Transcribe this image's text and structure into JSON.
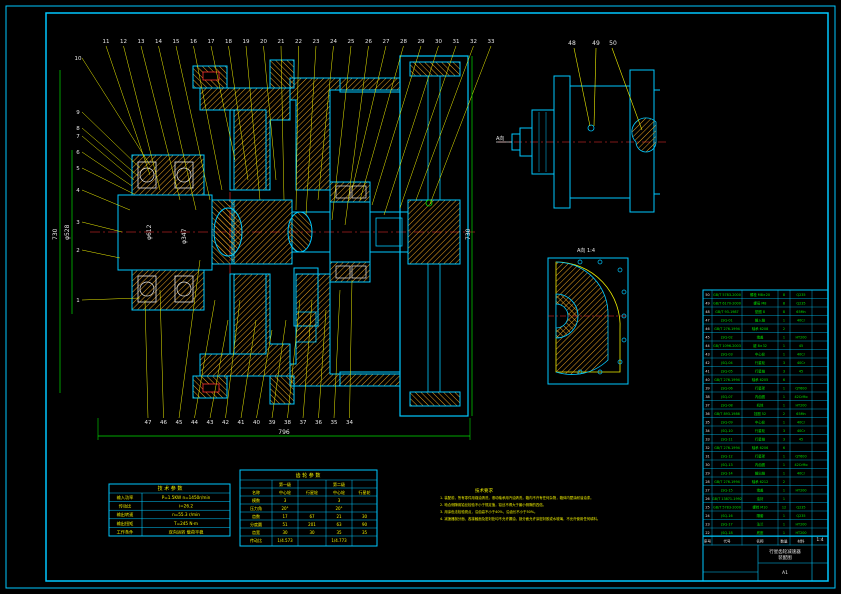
{
  "colors": {
    "border": "#00c8ff",
    "outline": "#00c8ff",
    "leader": "#f0f000",
    "text": "#e8e8e8",
    "hatch": "#e6a020",
    "center": "#ff3030",
    "dim": "#00e000"
  },
  "top_labels": [
    "11",
    "12",
    "13",
    "14",
    "15",
    "16",
    "17",
    "18",
    "19",
    "20",
    "21",
    "22",
    "23",
    "24",
    "25",
    "26",
    "27",
    "28",
    "29",
    "30",
    "31",
    "32",
    "33"
  ],
  "left_labels": [
    "10",
    "9",
    "8",
    "7",
    "6",
    "5",
    "4",
    "3",
    "2",
    "1"
  ],
  "bottom_labels": [
    "47",
    "46",
    "45",
    "44",
    "43",
    "42",
    "41",
    "40",
    "39",
    "38",
    "37",
    "36",
    "35",
    "34"
  ],
  "dims": {
    "overall_width": "796",
    "left_height": "730",
    "left_height2": "φ528",
    "right_height": "730",
    "d1": "φ612",
    "d2": "φ347"
  },
  "side_view": {
    "labels": [
      "48",
      "49",
      "50"
    ],
    "arrow": "A向"
  },
  "section_view": {
    "title": "A向 1:4"
  },
  "params_table": {
    "title": "技 术 参 数",
    "rows": [
      [
        "输入功率",
        "P=1.5KW  n=1450r/min"
      ],
      [
        "传动比",
        "i=26.2"
      ],
      [
        "输出转速",
        "n=55.3 r/min"
      ],
      [
        "输出扭矩",
        "T=245 N·m"
      ],
      [
        "工作条件",
        "双向运转 载荷平稳"
      ]
    ]
  },
  "gear_table": {
    "title": "齿 轮 参 数",
    "header": [
      "",
      "第一级",
      "",
      "第二级",
      ""
    ],
    "rows": [
      [
        "名称",
        "中心轮",
        "行星轮",
        "中心轮",
        "行星轮"
      ],
      [
        "模数",
        "3",
        "",
        "3",
        ""
      ],
      [
        "压力角",
        "20°",
        "",
        "20°",
        ""
      ],
      [
        "齿数",
        "17",
        "67",
        "21",
        "30"
      ],
      [
        "分度圆",
        "51",
        "201",
        "63",
        "90"
      ],
      [
        "齿宽",
        "30",
        "30",
        "35",
        "35"
      ],
      [
        "传动比",
        "1/4.573",
        "",
        "1/4.773",
        ""
      ]
    ]
  },
  "notes": {
    "title": "技术要求",
    "lines": [
      "1. 装配前，所有零件用煤油清洗，滚动轴承用汽油清洗，箱内不许有任何杂物，箱体内壁涂耐油油漆。",
      "2. 啮合侧隙用铅丝检验不小于规定值，铅丝不得大于最小侧隙的四倍。",
      "3. 用涂色法检验斑点，沿齿高不小于40%，沿齿长不小于50%。",
      "4. 减速器剖分面、各接触面及密封处均不允许漏油，剖分面允许涂密封胶或水玻璃，不允许使用任何填料。"
    ]
  },
  "bom": {
    "rows": [
      [
        "50",
        "GB/T 5783-2000",
        "螺栓 M8×20",
        "8",
        "Q235"
      ],
      [
        "49",
        "GB/T 6170-2000",
        "螺母 M8",
        "8",
        "Q235"
      ],
      [
        "48",
        "GB/T 93-1987",
        "垫圈 8",
        "8",
        "65Mn"
      ],
      [
        "47",
        "JSQ-01",
        "输入轴",
        "1",
        "40Cr"
      ],
      [
        "46",
        "GB/T 276-1994",
        "轴承 6208",
        "2",
        ""
      ],
      [
        "45",
        "JSQ-02",
        "端盖",
        "1",
        "HT200"
      ],
      [
        "44",
        "GB/T 1096-2003",
        "键 8×32",
        "1",
        "45"
      ],
      [
        "43",
        "JSQ-03",
        "中心轮",
        "1",
        "40Cr"
      ],
      [
        "42",
        "JSQ-04",
        "行星轮",
        "3",
        "40Cr"
      ],
      [
        "41",
        "JSQ-05",
        "行星轴",
        "3",
        "45"
      ],
      [
        "40",
        "GB/T 276-1994",
        "轴承 6205",
        "6",
        ""
      ],
      [
        "39",
        "JSQ-06",
        "行星架",
        "1",
        "QT600"
      ],
      [
        "38",
        "JSQ-07",
        "内齿圈",
        "1",
        "42CrMo"
      ],
      [
        "37",
        "JSQ-08",
        "机体",
        "1",
        "HT200"
      ],
      [
        "36",
        "GB/T 893-1986",
        "挡圈 52",
        "2",
        "65Mn"
      ],
      [
        "35",
        "JSQ-09",
        "中心轮",
        "1",
        "40Cr"
      ],
      [
        "34",
        "JSQ-10",
        "行星轮",
        "3",
        "40Cr"
      ],
      [
        "33",
        "JSQ-11",
        "行星轴",
        "3",
        "45"
      ],
      [
        "32",
        "GB/T 276-1994",
        "轴承 6206",
        "6",
        ""
      ],
      [
        "31",
        "JSQ-12",
        "行星架",
        "1",
        "QT600"
      ],
      [
        "30",
        "JSQ-13",
        "内齿圈",
        "1",
        "42CrMo"
      ],
      [
        "29",
        "JSQ-14",
        "输出轴",
        "1",
        "40Cr"
      ],
      [
        "28",
        "GB/T 276-1994",
        "轴承 6212",
        "2",
        ""
      ],
      [
        "27",
        "JSQ-15",
        "端盖",
        "1",
        "HT200"
      ],
      [
        "26",
        "GB/T 13871-1992",
        "油封",
        "1",
        ""
      ],
      [
        "25",
        "GB/T 5783-2000",
        "螺栓 M10",
        "12",
        "Q235"
      ],
      [
        "24",
        "JSQ-16",
        "隔套",
        "1",
        "Q235"
      ],
      [
        "23",
        "JSQ-17",
        "法兰",
        "1",
        "HT200"
      ],
      [
        "22",
        "JSQ-18",
        "底座",
        "1",
        "HT200"
      ]
    ],
    "header": [
      "序号",
      "代号",
      "名称",
      "数量",
      "材料"
    ],
    "title_block": {
      "name": "行星齿轮减速器",
      "sub": "装配图",
      "scale": "1:4",
      "sheet": "A1"
    }
  }
}
